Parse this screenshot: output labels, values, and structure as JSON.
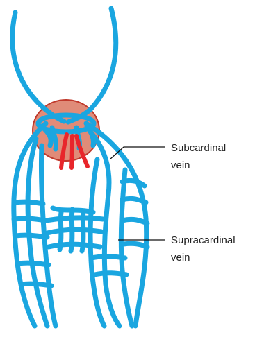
{
  "colors": {
    "vein": "#1aa6e0",
    "organ_fill": "#e08b78",
    "organ_stroke": "#c0392b",
    "artery": "#e8262b",
    "leader_line": "#111111",
    "label_text": "#222222"
  },
  "labels": {
    "subcardinal": [
      "Subcardinal",
      "vein"
    ],
    "supracardinal": [
      "Supracardinal",
      "vein"
    ]
  }
}
